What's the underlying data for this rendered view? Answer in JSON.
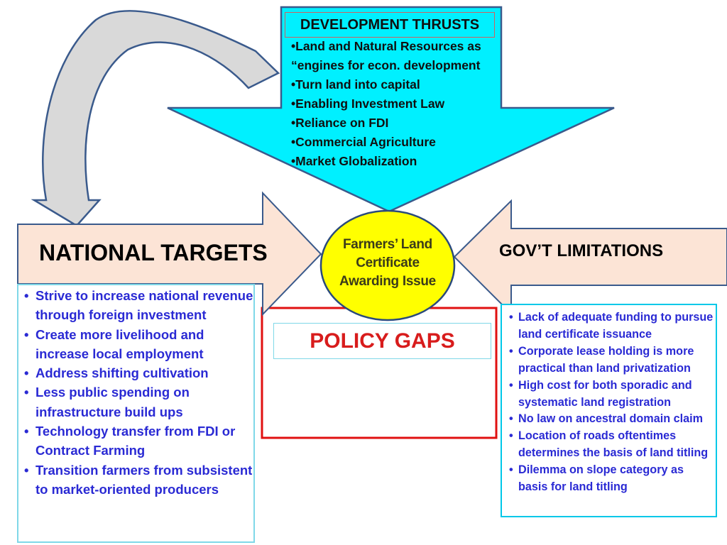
{
  "development_thrusts": {
    "title": "DEVELOPMENT THRUSTS",
    "items": [
      "•Land and Natural Resources as",
      "“engines for econ. development",
      "•Turn land into capital",
      "•Enabling Investment Law",
      "•Reliance on FDI",
      "•Commercial Agriculture",
      "•Market Globalization"
    ]
  },
  "national_targets": {
    "title": "NATIONAL TARGETS",
    "items": [
      "Strive to increase national revenue through foreign investment",
      "Create more livelihood and increase local employment",
      "Address shifting cultivation",
      "Less public spending on infrastructure build ups",
      "Technology transfer from FDI or Contract Farming",
      "Transition farmers from subsistent to market-oriented producers"
    ]
  },
  "center": {
    "line1": "Farmers’ Land",
    "line2": "Certificate",
    "line3": "Awarding Issue"
  },
  "policy_gaps": {
    "title": "POLICY GAPS"
  },
  "govt_limitations": {
    "title": "GOV’T LIMITATIONS",
    "items": [
      "Lack of adequate funding to pursue land certificate issuance",
      "Corporate lease holding is more practical than land privatization",
      "High cost for both sporadic and systematic land registration",
      "No law on ancestral domain claim",
      "Location of roads oftentimes determines the basis of land titling",
      "Dilemma on slope category as basis for land titling"
    ]
  },
  "colors": {
    "cyan": "#00f0ff",
    "peach": "#fce4d6",
    "yellow": "#ffff00",
    "red_border": "#e01010",
    "bullet_text": "#2a2ad4",
    "policy_text": "#d81c1c"
  }
}
